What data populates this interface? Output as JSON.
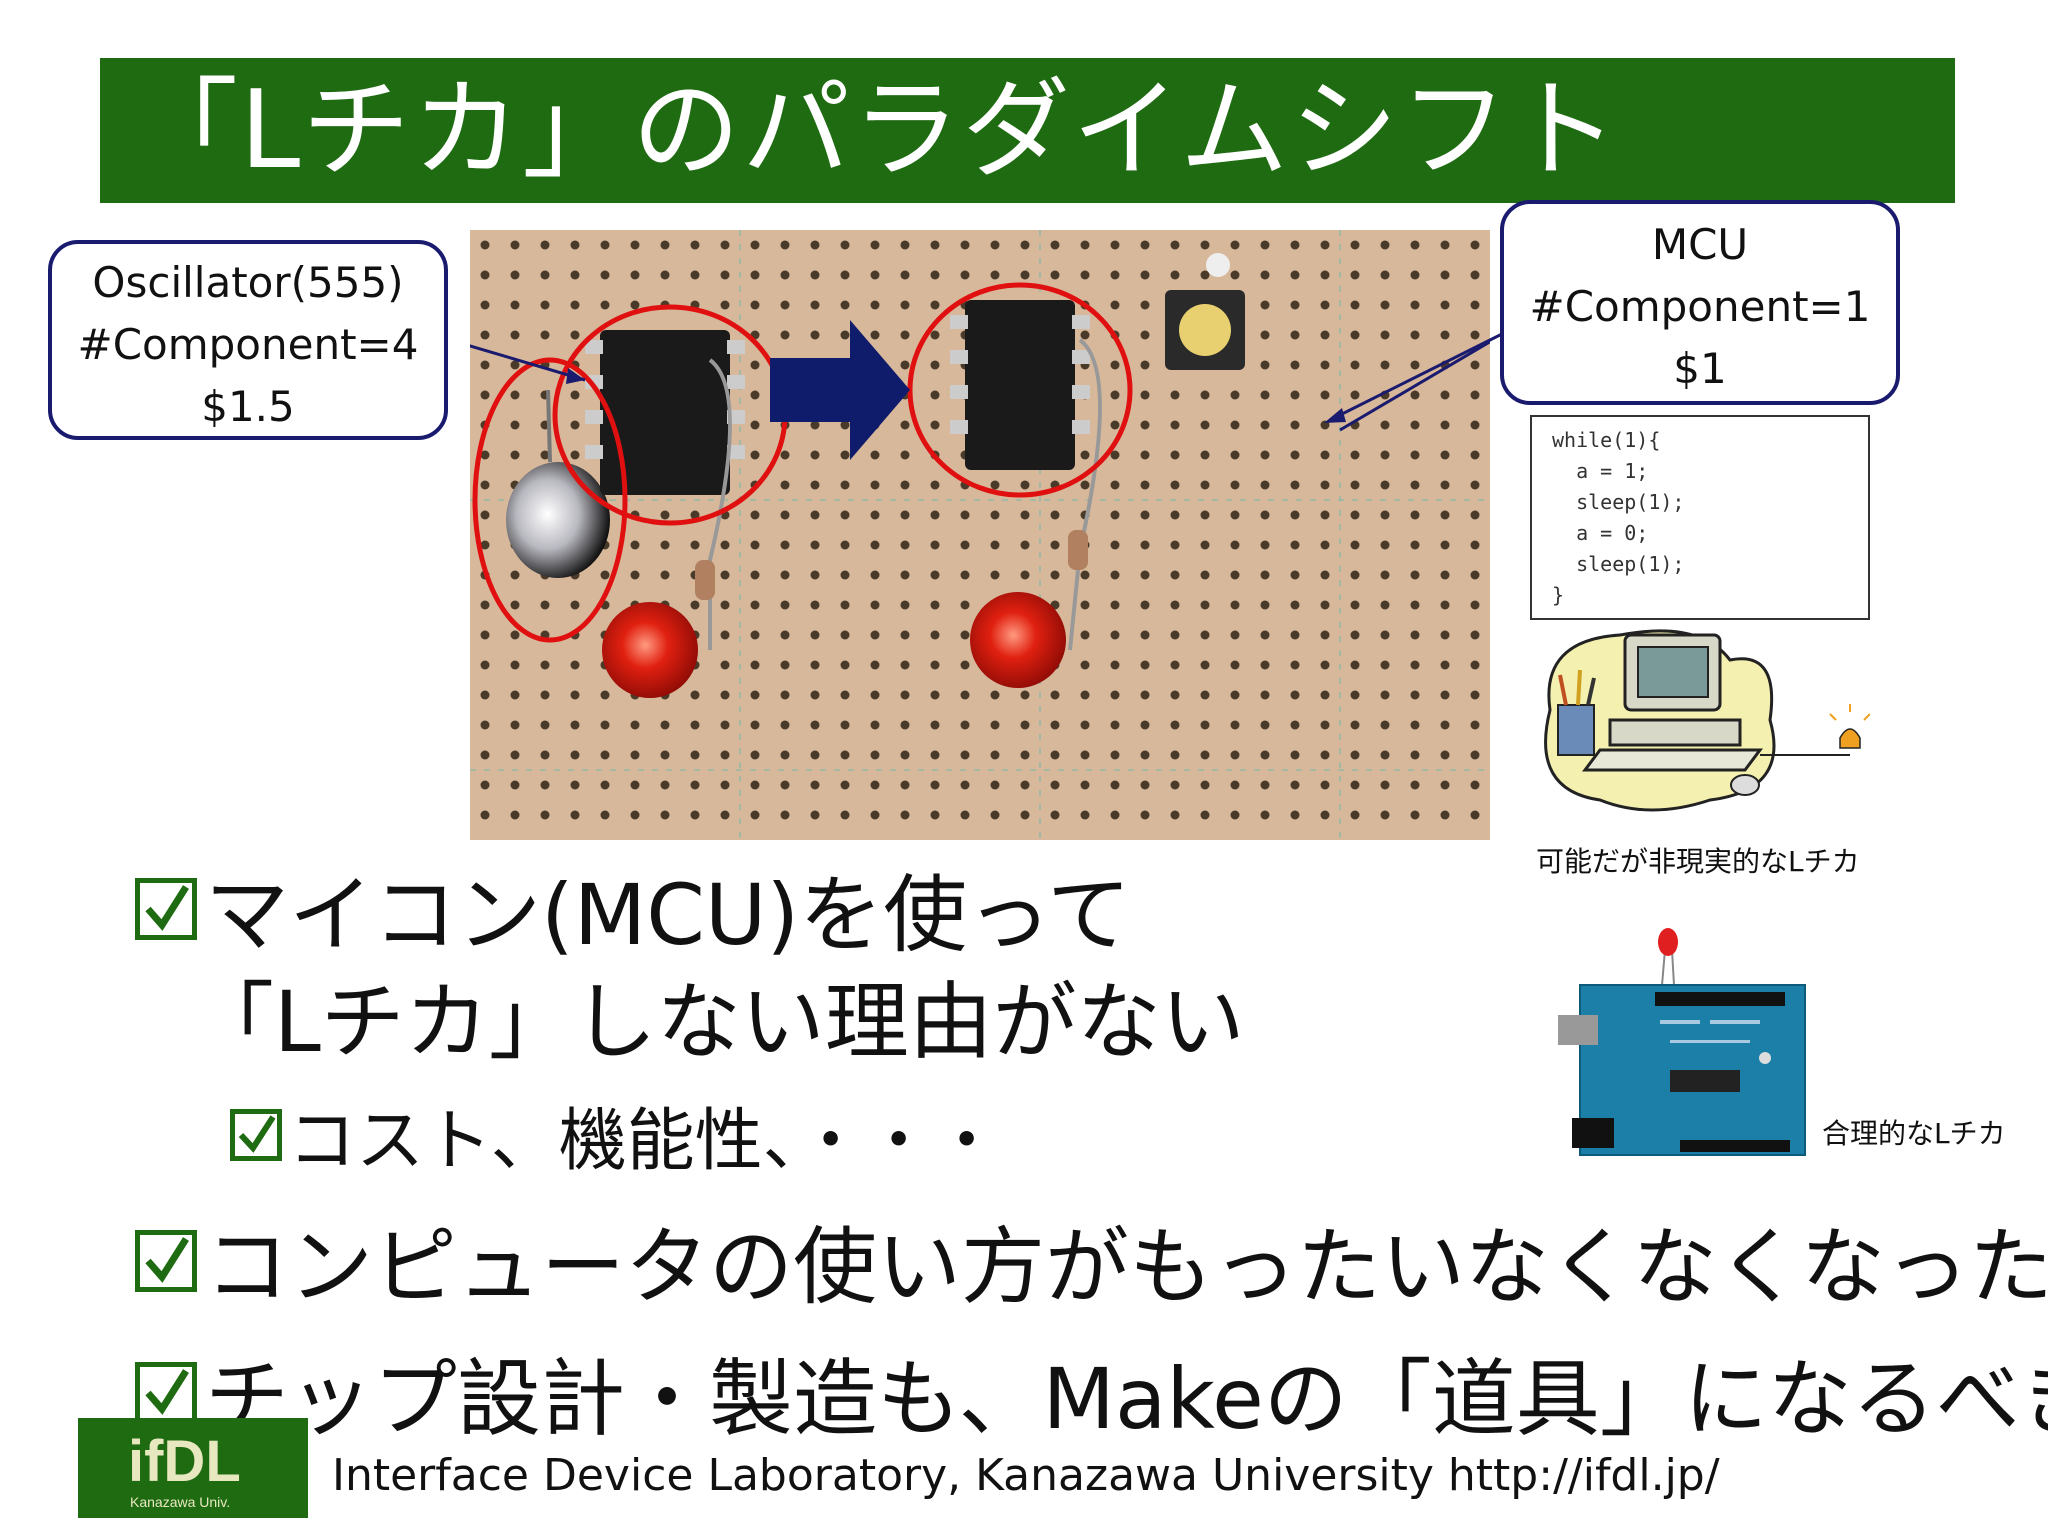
{
  "title": "「Lチカ」のパラダイムシフト",
  "callouts": {
    "oscillator": [
      "Oscillator(555)",
      "#Component=4",
      "$1.5"
    ],
    "mcu": [
      "MCU",
      "#Component=1",
      "$1"
    ]
  },
  "code_lines": [
    "while(1){",
    "  a = 1;",
    "  sleep(1);",
    "  a = 0;",
    "  sleep(1);",
    "}"
  ],
  "captions": {
    "impractical": "可能だが非現実的なLチカ",
    "reasonable": "合理的なLチカ"
  },
  "bullets": {
    "b1_line1": "マイコン(MCU)を使って",
    "b1_line2": "「Lチカ」しない理由がない",
    "b2": "コスト、機能性、・・・",
    "b3": "コンピュータの使い方がもったいなくなくなった",
    "b4": "チップ設計・製造も、Makeの「道具」になるべき"
  },
  "logo": {
    "text": "ifDL",
    "sub": "Kanazawa Univ."
  },
  "footer": "Interface Device Laboratory, Kanazawa University  http://ifdl.jp/",
  "colors": {
    "title_bg": "#1f6b12",
    "callout_border": "#1a1a6e",
    "arrow": "#0f1c6b",
    "highlight_circle": "#e01010"
  }
}
